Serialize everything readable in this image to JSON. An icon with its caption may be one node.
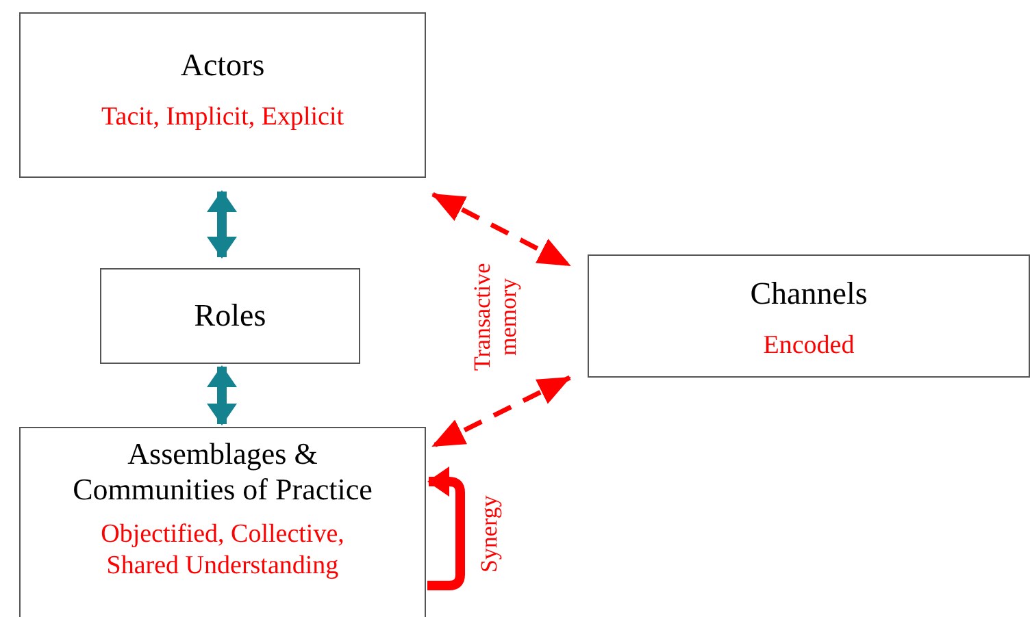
{
  "diagram": {
    "nodes": [
      {
        "text": [
          "Actors",
          "Tacit, Implicit, Explicit"
        ]
      },
      {
        "text": [
          "Roles"
        ]
      },
      {
        "text": [
          "Assemblages & Communities of Practice",
          "Objectified, Collective, Shared Understanding"
        ]
      },
      {
        "text": [
          "Channels",
          "Encoded"
        ]
      }
    ],
    "edges": [
      {
        "from": 0,
        "to": 1,
        "arrow": "both",
        "color": "#14838f"
      },
      {
        "from": 1,
        "to": 2,
        "arrow": "both",
        "color": "#14838f"
      },
      {
        "from": 0,
        "to": 3,
        "arrow": "both",
        "style": "dashed"
      },
      {
        "from": 2,
        "to": 3,
        "arrow": "both",
        "style": "dashed"
      },
      {
        "from": 2,
        "to": 2,
        "arrow": "to",
        "label": "Synergy"
      }
    ],
    "labels": [
      "Transactive memory"
    ]
  }
}
